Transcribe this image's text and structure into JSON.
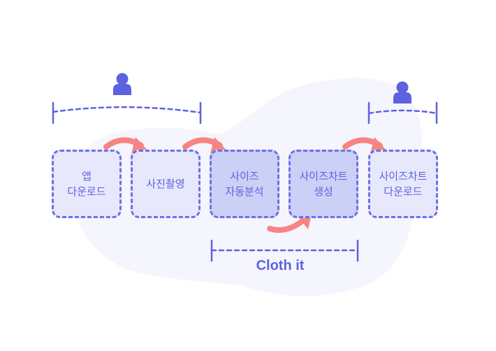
{
  "steps": [
    {
      "line1": "앱",
      "line2": "다운로드"
    },
    {
      "line1": "사진촬영",
      "line2": ""
    },
    {
      "line1": "사이즈",
      "line2": "자동분석"
    },
    {
      "line1": "사이즈차트",
      "line2": "생성"
    },
    {
      "line1": "사이즈차트",
      "line2": "다운로드"
    }
  ],
  "brand": "Cloth it",
  "colors": {
    "accent": "#5d62e0",
    "arrow": "#f58482",
    "box_light": "#e7e8fb",
    "box_dark": "#cccff6",
    "blob": "#f5f5fd"
  },
  "icons": [
    "user-icon",
    "user-icon",
    "curved-arrow-icon"
  ]
}
